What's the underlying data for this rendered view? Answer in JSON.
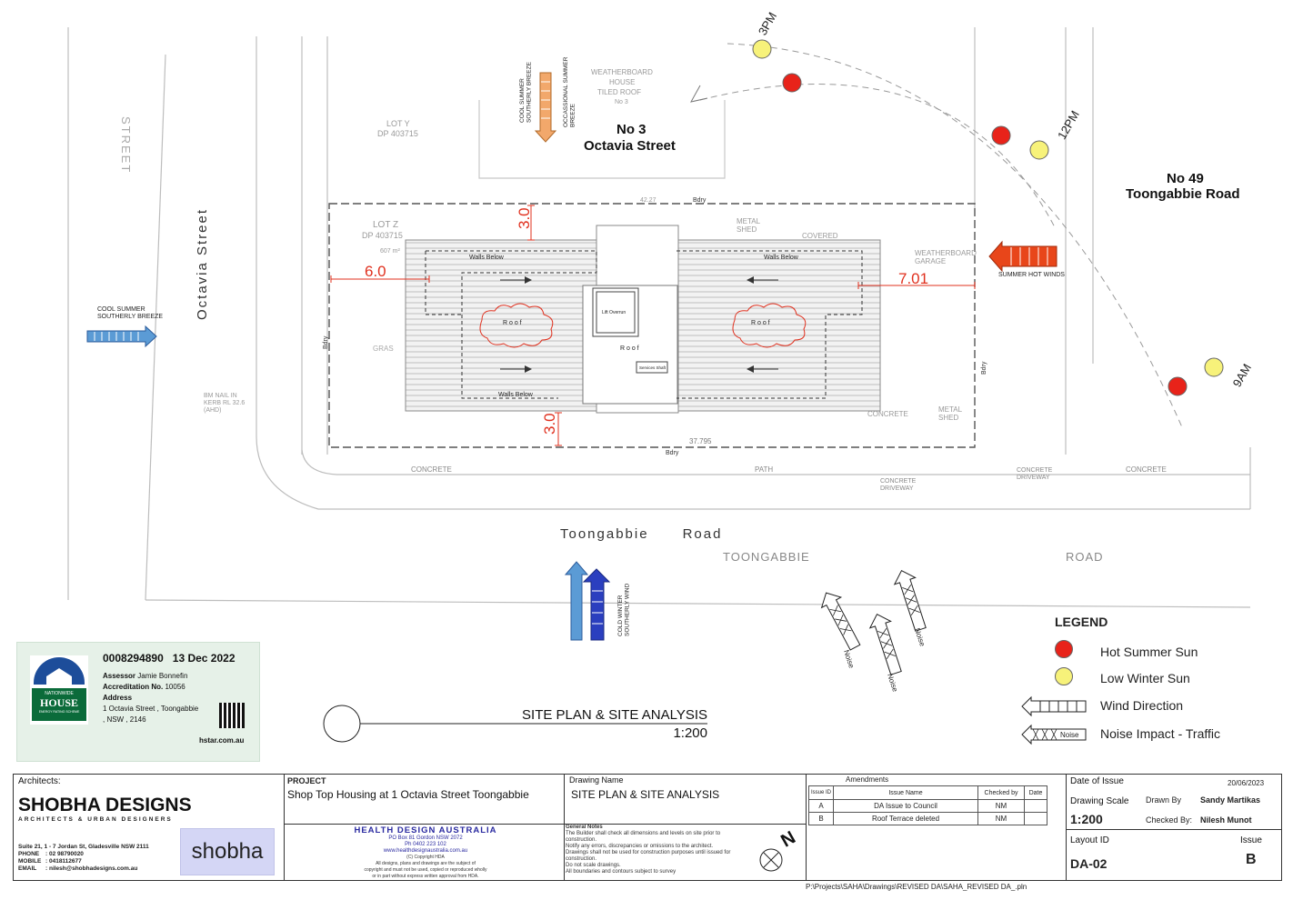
{
  "plan": {
    "streets": {
      "octavia_vertical": "Octavia Street",
      "street_faint": "STREET",
      "toongabbie_road": "Toongabbie      Road",
      "toongabbie_faint": "TOONGABBIE",
      "road_faint": "ROAD"
    },
    "neighbours": {
      "no3_label": "No 3",
      "no3_street": "Octavia Street",
      "no3_house": "WEATHERBOARD",
      "no3_house2": "HOUSE",
      "no3_house3": "TILED ROOF",
      "no3_house4": "No 3",
      "lot_y": "LOT Y",
      "dp_y": "DP 403715",
      "no49_label": "No 49",
      "no49_street": "Toongabbie Road"
    },
    "site": {
      "lot_z": "LOT Z",
      "dp_z": "DP 403715",
      "area": "607 m²",
      "walls_below_1": "Walls  Below",
      "walls_below_2": "Walls  Below",
      "walls_below_3": "Walls  Below",
      "roof_left": "R o o f",
      "roof_right": "R o o f",
      "roof_center": "R o o f",
      "lift": "Lift Overrun",
      "services": "Services Shaft",
      "metal_shed": "METAL\nSHED",
      "covered": "COVERED",
      "garage": "WEATHERBOARD\nGARAGE",
      "concrete": "CONCRETE",
      "metal_shed2": "METAL\nSHED",
      "bdry_top": "Bdry",
      "bdry_bottom": "Bdry",
      "bdry_left": "Bdry",
      "bdry_right": "Bdry",
      "grass": "GRAS",
      "level_top": "42.27",
      "level_bottom": "37.795",
      "bm": "BM NAIL IN\nKERB RL 32.6\n(AHD)"
    },
    "setbacks": {
      "top": "3.0",
      "left": "6.0",
      "right": "7.01",
      "bottom": "3.0"
    },
    "paving": {
      "concrete_left": "CONCRETE",
      "path": "PATH",
      "driveway1": "CONCRETE\nDRIVEWAY",
      "driveway2": "CONCRETE\nDRIVEWAY",
      "concrete_right": "CONCRETE"
    },
    "winds": {
      "cool_summer_left": "COOL SUMMER\nSOUTHERLY BREEZE",
      "cool_summer_top": "COOL SUMMER\nSOUTHERLY BREEZE",
      "occasional": "OCCASSIONAL SUMMER\nBREEZE",
      "summer_hot": "SUMMER HOT WINDS",
      "cold_winter": "COLD WINTER\nSOUTHERLY WIND"
    },
    "sun": {
      "t3pm": "3PM",
      "t12pm": "12PM",
      "t9am": "9AM"
    },
    "noise": [
      "Noise",
      "Noise",
      "Noise"
    ],
    "drawing_title": "SITE PLAN & SITE ANALYSIS",
    "drawing_scale": "1:200"
  },
  "colors": {
    "hot_sun": "#e8231a",
    "low_sun": "#f7f27a",
    "wind_cool": "#5b9bd5",
    "wind_hot": "#e8461a",
    "wind_orange": "#f2a86b",
    "wind_cold": "#2b3fbf",
    "setback": "#e0301e",
    "hstar_green": "#0b6b3a"
  },
  "hstar": {
    "number": "0008294890",
    "date": "13 Dec 2022",
    "assessor_lbl": "Assessor",
    "assessor": "Jamie Bonnefin",
    "accreditation_lbl": "Accreditation No.",
    "accreditation": "10056",
    "address_lbl": "Address",
    "address1": "1 Octavia Street , Toongabbie",
    "address2": ", NSW , 2146",
    "site": "hstar.com.au",
    "badge1": "NATIONWIDE",
    "badge2": "HOUSE",
    "badge3": "ENERGY RATING SCHEME"
  },
  "legend": {
    "title": "LEGEND",
    "hot": "Hot Summer Sun",
    "low": "Low Winter Sun",
    "wind": "Wind Direction",
    "noise": "Noise Impact - Traffic",
    "noise_box": "Noise"
  },
  "titleblock": {
    "architects_lbl": "Architects:",
    "firm": "SHOBHA DESIGNS",
    "firm_sub": "ARCHITECTS & URBAN DESIGNERS",
    "addr": "Suite 21, 1 - 7 Jordan St, Gladesville NSW 2111",
    "phone_lbl": "PHONE",
    "phone": ": 02 98790020",
    "mobile_lbl": "MOBILE",
    "mobile": ": 0418112677",
    "email_lbl": "EMAIL",
    "email": ": nilesh@shobhadesigns.com.au",
    "logo": "shobha",
    "project_lbl": "PROJECT",
    "project": "Shop Top Housing at 1 Octavia Street Toongabbie",
    "hda": "HEALTH DESIGN AUSTRALIA",
    "hda1": "PO Box 81 Gordon NSW 2072",
    "hda2": "Ph 0402 223 102",
    "hda3": "www.healthdesignaustralia.com.au",
    "hda4": "(C) Copyright HDA",
    "hda5": "All designs, plans and drawings are the subject of",
    "hda6": "copyright and must not be used, copied or reproduced wholly",
    "hda7": "or in part without express written approval from HDA.",
    "drawing_name_lbl": "Drawing Name",
    "drawing_name": "SITE PLAN & SITE ANALYSIS",
    "notes_lbl": "General Notes",
    "notes": [
      "The Builder shall check all dimensions and levels on site prior to",
      "construction.",
      "Notify any errors, discrepancies or omissions to the architect.",
      "Drawings shall not be used for construction purposes until issued for",
      "construction.",
      "Do not scale drawings.",
      "All boundaries and contours subject to survey"
    ],
    "amendments_lbl": "Amendments",
    "col_issue": "Issue ID",
    "col_name": "Issue Name",
    "col_checked": "Checked by",
    "col_date": "Date",
    "amendments": [
      {
        "id": "A",
        "name": "DA Issue to Council",
        "checked": "NM",
        "date": ""
      },
      {
        "id": "B",
        "name": "Roof Terrace deleted",
        "checked": "NM",
        "date": ""
      }
    ],
    "date_lbl": "Date of Issue",
    "date": "20/06/2023",
    "scale_lbl": "Drawing Scale",
    "scale": "1:200",
    "drawn_lbl": "Drawn By",
    "drawn": "Sandy Martikas",
    "checked_lbl": "Checked By:",
    "checked": "Nilesh Munot",
    "layout_lbl": "Layout ID",
    "layout": "DA-02",
    "issue_lbl": "Issue",
    "issue": "B",
    "north": "N",
    "path": "P:\\Projects\\SAHA\\Drawings\\REVISED DA\\SAHA_REVISED DA_.pln"
  }
}
